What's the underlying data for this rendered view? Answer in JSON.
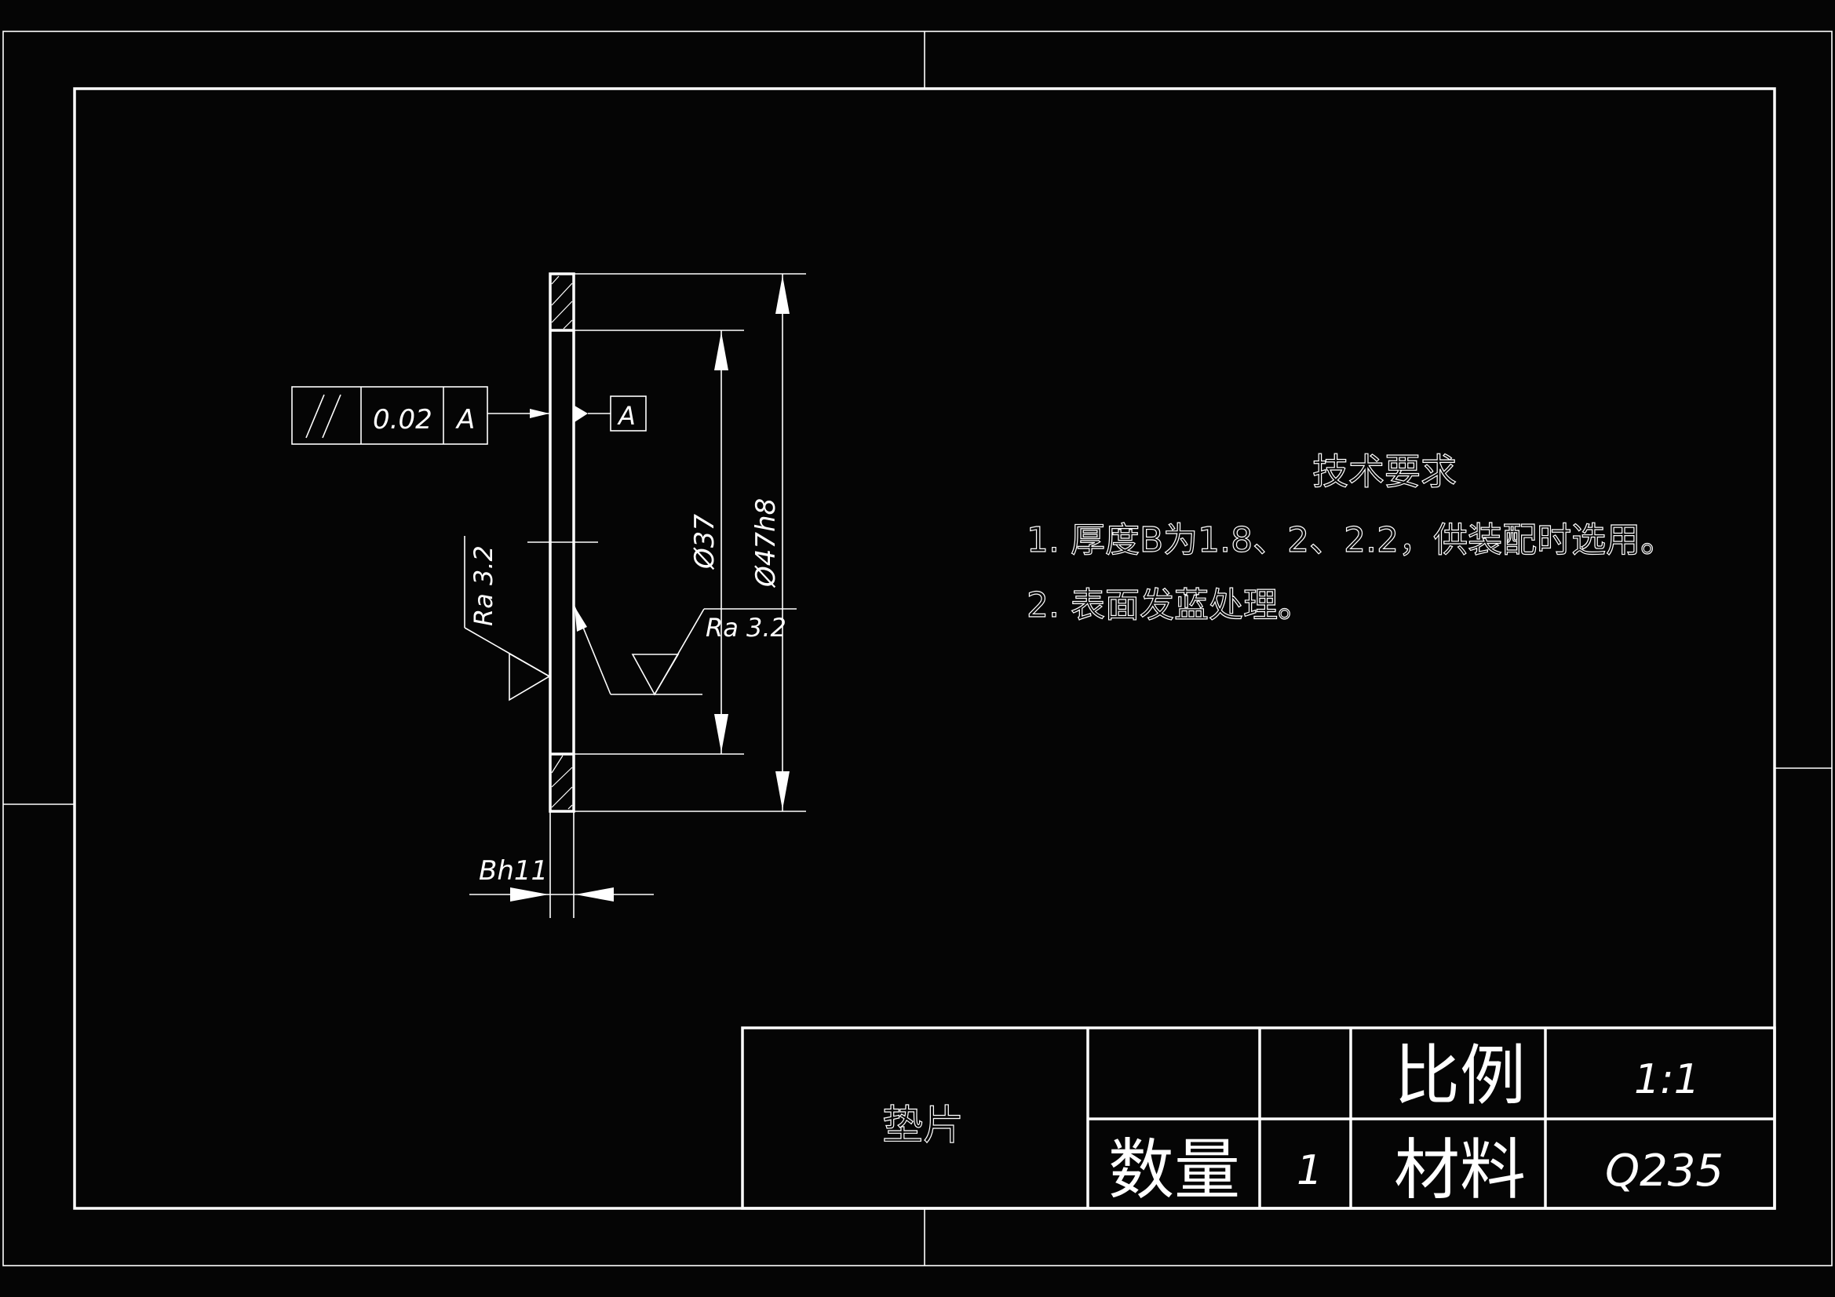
{
  "colors": {
    "background": "#050505",
    "lines": "#ffffff"
  },
  "drawing": {
    "part": {
      "gdt_frame": {
        "symbol": "//",
        "tolerance": "0.02",
        "datum": "A"
      },
      "datum_label": "A",
      "surface_left": "Ra 3.2",
      "surface_right": "Ra 3.2",
      "dim_inner": "Ø37",
      "dim_outer": "Ø47h8",
      "dim_thickness": "Bh11"
    },
    "notes": {
      "title": "技术要求",
      "items": [
        "1. 厚度B为1.8、2、2.2，供装配时选用。",
        "2. 表面发蓝处理。"
      ]
    },
    "title_block": {
      "part_name": "垫片",
      "scale_label": "比例",
      "scale_value": "1:1",
      "quantity_label": "数量",
      "quantity_value": "1",
      "material_label": "材料",
      "material_value": "Q235"
    }
  }
}
